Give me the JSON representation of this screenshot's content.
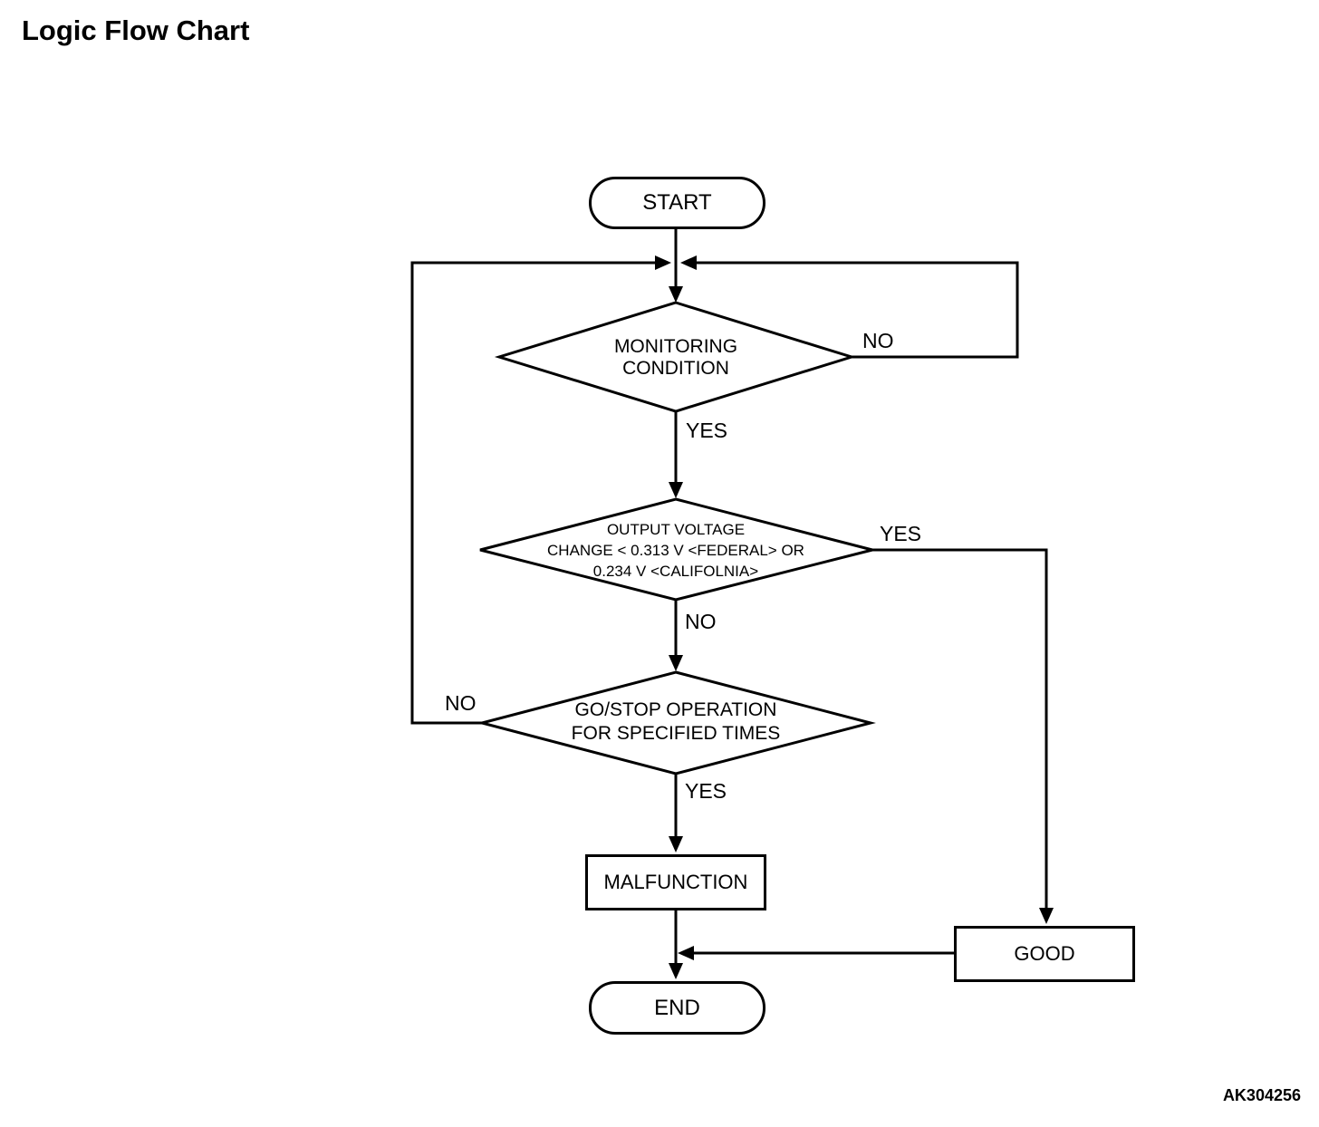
{
  "title": "Logic Flow Chart",
  "figure_code": "AK304256",
  "nodes": {
    "start": {
      "type": "terminator",
      "label": "START"
    },
    "monitoring_condition": {
      "type": "decision",
      "line1": "MONITORING",
      "line2": "CONDITION"
    },
    "output_voltage": {
      "type": "decision",
      "line1": "OUTPUT VOLTAGE",
      "line2": "CHANGE < 0.313 V <FEDERAL> OR",
      "line3": "0.234 V <CALIFOLNIA>"
    },
    "go_stop": {
      "type": "decision",
      "line1": "GO/STOP OPERATION",
      "line2": "FOR SPECIFIED TIMES"
    },
    "malfunction": {
      "type": "process",
      "label": "MALFUNCTION"
    },
    "good": {
      "type": "process",
      "label": "GOOD"
    },
    "end": {
      "type": "terminator",
      "label": "END"
    }
  },
  "edges": [
    {
      "from": "start",
      "to": "monitoring_condition",
      "label": ""
    },
    {
      "from": "monitoring_condition",
      "to": "monitoring_condition",
      "label": "NO",
      "note": "loops back via right side to junction above diamond"
    },
    {
      "from": "monitoring_condition",
      "to": "output_voltage",
      "label": "YES"
    },
    {
      "from": "output_voltage",
      "to": "good",
      "label": "YES"
    },
    {
      "from": "output_voltage",
      "to": "go_stop",
      "label": "NO"
    },
    {
      "from": "go_stop",
      "to": "monitoring_condition",
      "label": "NO",
      "note": "loops back via left side to junction above first diamond"
    },
    {
      "from": "go_stop",
      "to": "malfunction",
      "label": "YES"
    },
    {
      "from": "malfunction",
      "to": "end",
      "label": ""
    },
    {
      "from": "good",
      "to": "end",
      "label": "",
      "note": "merges into malfunction-to-end line"
    }
  ],
  "colors": {
    "line": "#000000",
    "text": "#000000",
    "background": "#ffffff"
  }
}
